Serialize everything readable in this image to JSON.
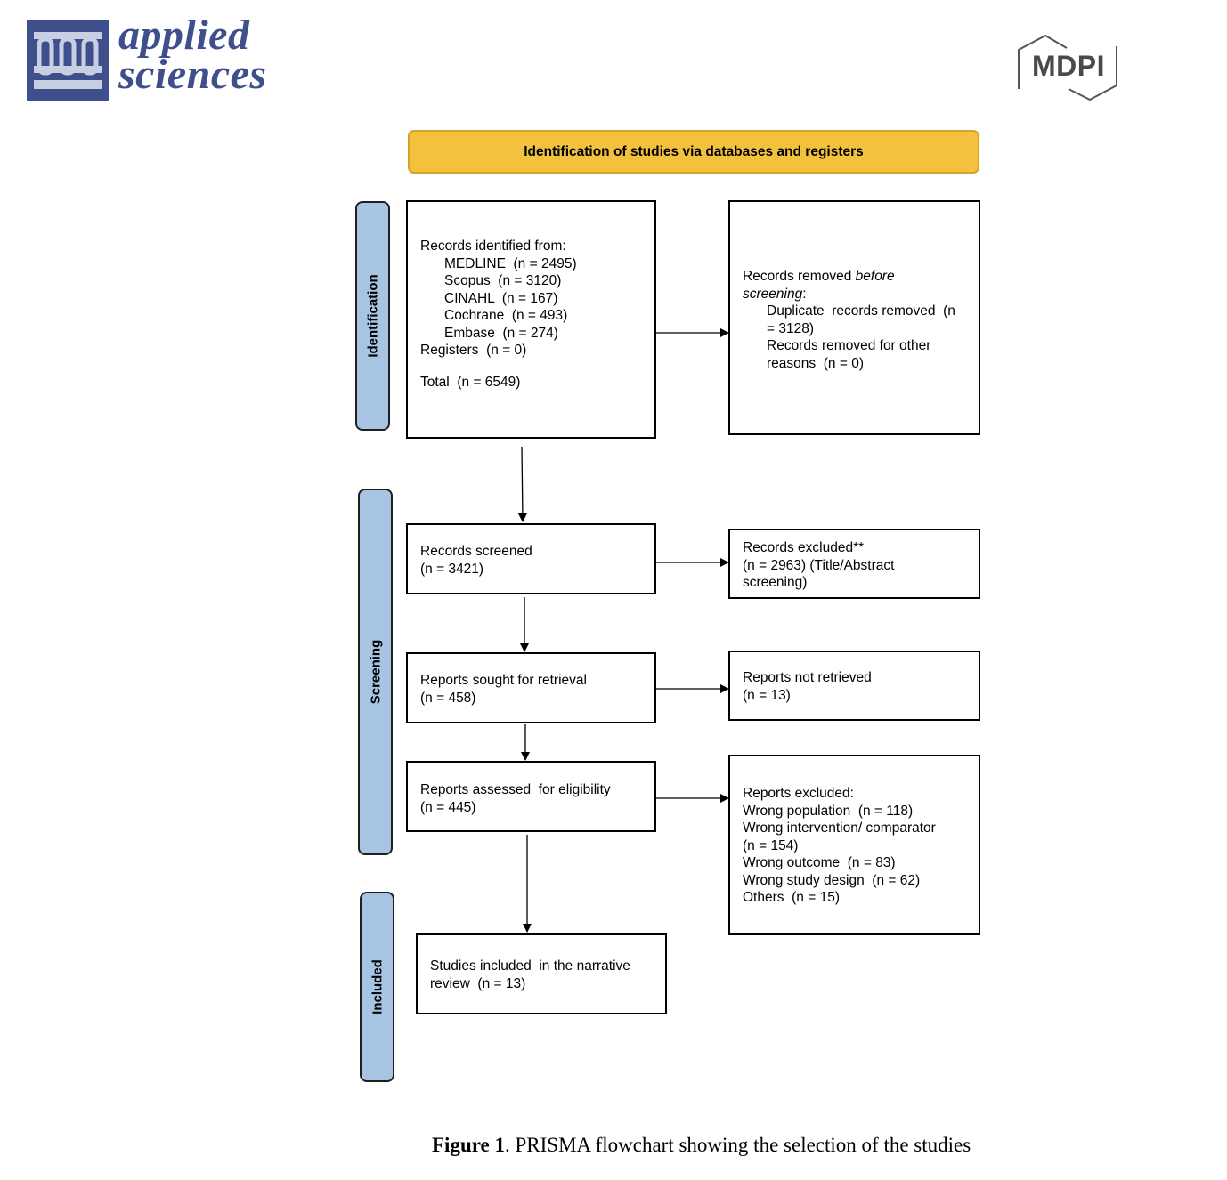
{
  "header": {
    "journal_logo_icon": "test-tubes-rack-icon",
    "journal_name_line1": "applied",
    "journal_name_line2": "sciences",
    "publisher_logo": "MDPI"
  },
  "banner": "Identification of studies via databases and registers",
  "stages": {
    "identification": "Identification",
    "screening": "Screening",
    "included": "Included"
  },
  "boxes": {
    "records_identified": {
      "heading": "Records identified from:",
      "sources": [
        "MEDLINE  (n = 2495)",
        "Scopus  (n = 3120)",
        "CINAHL  (n = 167)",
        "Cochrane  (n = 493)",
        "Embase  (n = 274)"
      ],
      "registers": "Registers  (n = 0)",
      "total": "Total  (n = 6549)"
    },
    "removed_before": {
      "heading_prefix": "Records removed ",
      "heading_italic": "before",
      "heading_italic2": "screening",
      "heading_suffix": ":",
      "duplicate_1": "Duplicate  records removed  (n",
      "duplicate_2": "= 3128)",
      "other_1": "Records removed for other",
      "other_2": "reasons  (n = 0)"
    },
    "records_screened": {
      "line1": "Records screened",
      "line2": "(n = 3421)"
    },
    "records_excluded": {
      "line1": "Records excluded**",
      "line2": "(n = 2963) (Title/Abstract",
      "line3": "screening)"
    },
    "reports_sought": {
      "line1": "Reports sought for retrieval",
      "line2": "(n = 458)"
    },
    "reports_not_retrieved": {
      "line1": "Reports not retrieved",
      "line2": "(n = 13)"
    },
    "reports_assessed": {
      "line1": "Reports assessed  for eligibility",
      "line2": "(n = 445)"
    },
    "reports_excluded": {
      "lines": [
        "Reports excluded:",
        "Wrong population  (n = 118)",
        "Wrong intervention/ comparator",
        "(n = 154)",
        "Wrong outcome  (n = 83)",
        "Wrong study design  (n = 62)",
        "Others  (n = 15)"
      ]
    },
    "studies_included": {
      "line1": "Studies included  in the narrative",
      "line2": "review  (n = 13)"
    }
  },
  "caption": {
    "label": "Figure 1",
    "text": ". PRISMA flowchart showing the selection of the studies"
  },
  "colors": {
    "banner": "#f2c13d",
    "stage_fill": "#a8c4e3",
    "journal_blue": "#3f4f8c"
  }
}
